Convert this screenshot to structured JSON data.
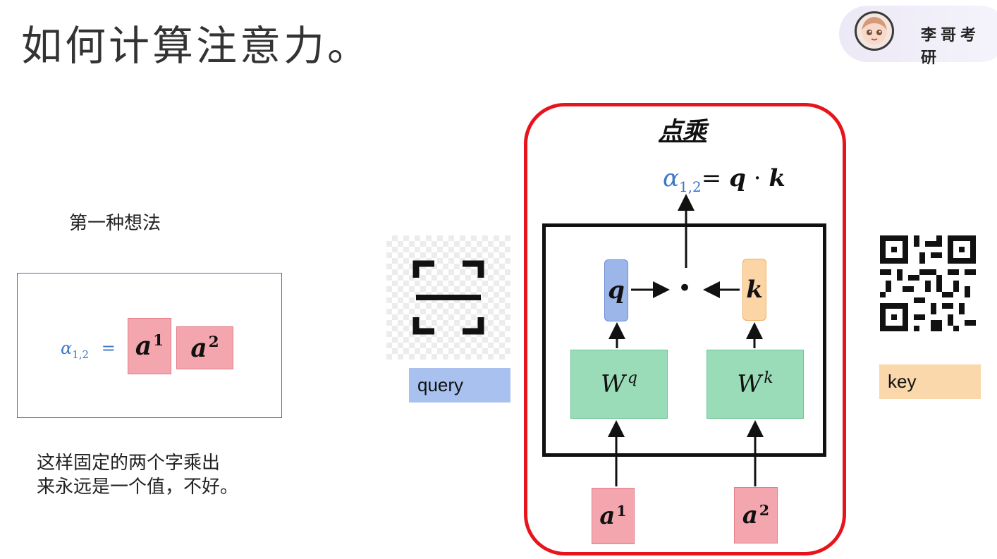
{
  "slide": {
    "title": "如何计算注意力。",
    "brand": "李哥考研",
    "idea_heading": "第一种想法",
    "note_line1": "这样固定的两个字乘出",
    "note_line2": "来永远是一个值，不好。"
  },
  "left_formula": {
    "alpha": "α",
    "alpha_sub": "1,2",
    "equals": "=",
    "a1_base": "a",
    "a1_sup": "1",
    "a2_base": "a",
    "a2_sup": "2"
  },
  "query_label": "query",
  "key_label": "key",
  "dot_product": {
    "heading": "点乘",
    "alpha": "α",
    "alpha_sub": "1,2",
    "rhs_equals": "=",
    "rhs_q": "q",
    "rhs_dot": "·",
    "rhs_k": "k",
    "q_label": "q",
    "k_label": "k",
    "dot_symbol": "•",
    "wq_base": "W",
    "wq_sup": "q",
    "wk_base": "W",
    "wk_sup": "k",
    "input1_base": "a",
    "input1_sup": "1",
    "input2_base": "a",
    "input2_sup": "2"
  },
  "colors": {
    "accent_blue": "#3a78c8",
    "query_fill": "#a9c1ee",
    "key_fill": "#fbd7ac",
    "vector_fill": "#f3a6ae",
    "weight_fill": "#9adbb8",
    "frame_red": "#e8141c"
  },
  "icons": {
    "scan": "scan-icon",
    "qr": "qr-code-icon",
    "avatar": "avatar-icon"
  }
}
